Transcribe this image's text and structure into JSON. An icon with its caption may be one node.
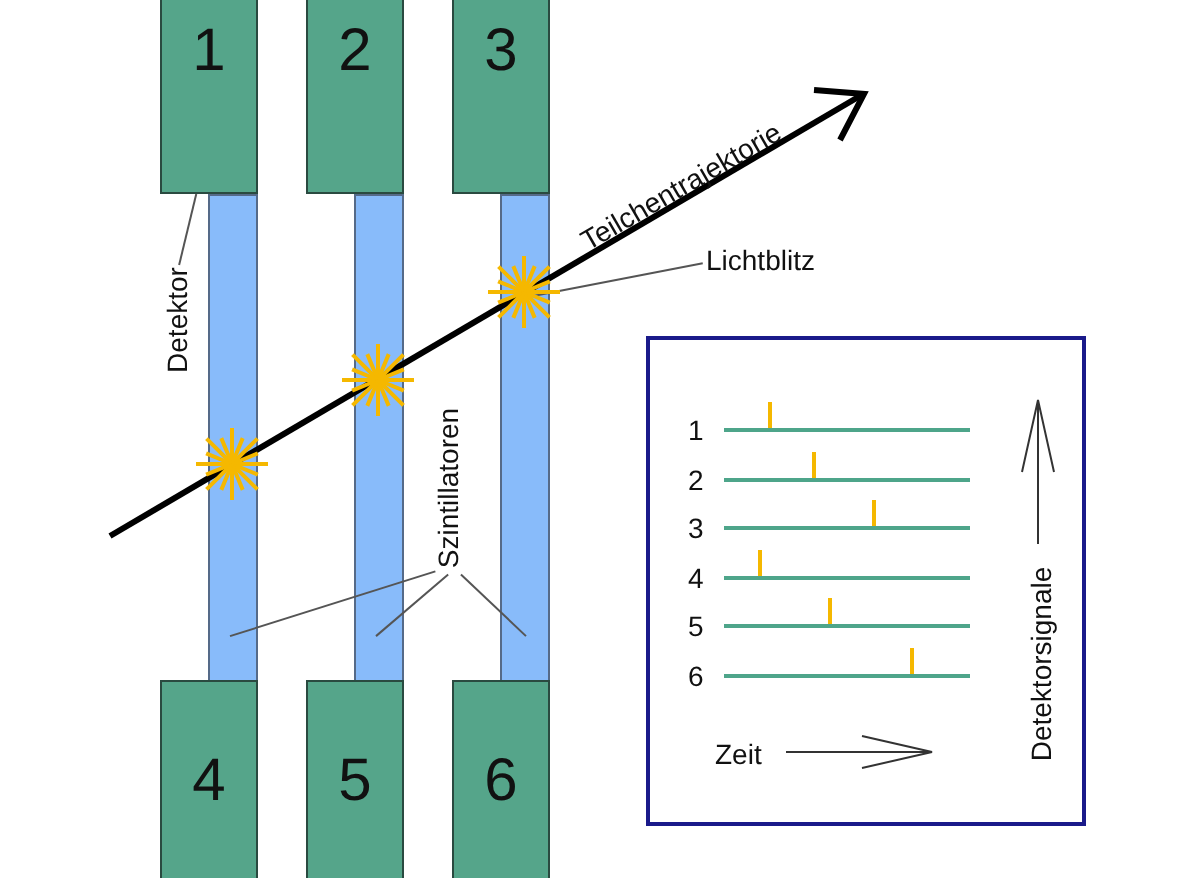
{
  "diagram": {
    "nodes": [
      {
        "text": [
          "1"
        ]
      },
      {
        "text": [
          "2"
        ]
      },
      {
        "text": [
          "3"
        ]
      },
      {
        "text": [],
        "shape": "bar"
      },
      {
        "text": [],
        "shape": "bar"
      },
      {
        "text": [],
        "shape": "bar"
      },
      {
        "text": [
          "4"
        ]
      },
      {
        "text": [
          "5"
        ]
      },
      {
        "text": [
          "6"
        ]
      },
      {
        "text": [],
        "shape": "star"
      },
      {
        "text": [
          "Detektor"
        ]
      },
      {
        "text": [
          "Lichtblitz"
        ]
      },
      {
        "text": [
          "Szintillatoren"
        ]
      }
    ],
    "edges": [
      {
        "from": 10,
        "to": 0,
        "arrow": "none"
      },
      {
        "from": 11,
        "to": 9,
        "arrow": "none"
      },
      {
        "from": 12,
        "to": 3,
        "arrow": "none"
      },
      {
        "from": 12,
        "to": 4,
        "arrow": "none"
      },
      {
        "from": 12,
        "to": 5,
        "arrow": "none"
      }
    ],
    "labels": [
      "Teilchentrajektorie",
      "1",
      "2",
      "3",
      "4",
      "5",
      "6",
      "Zeit",
      "Detektorsignale"
    ]
  }
}
